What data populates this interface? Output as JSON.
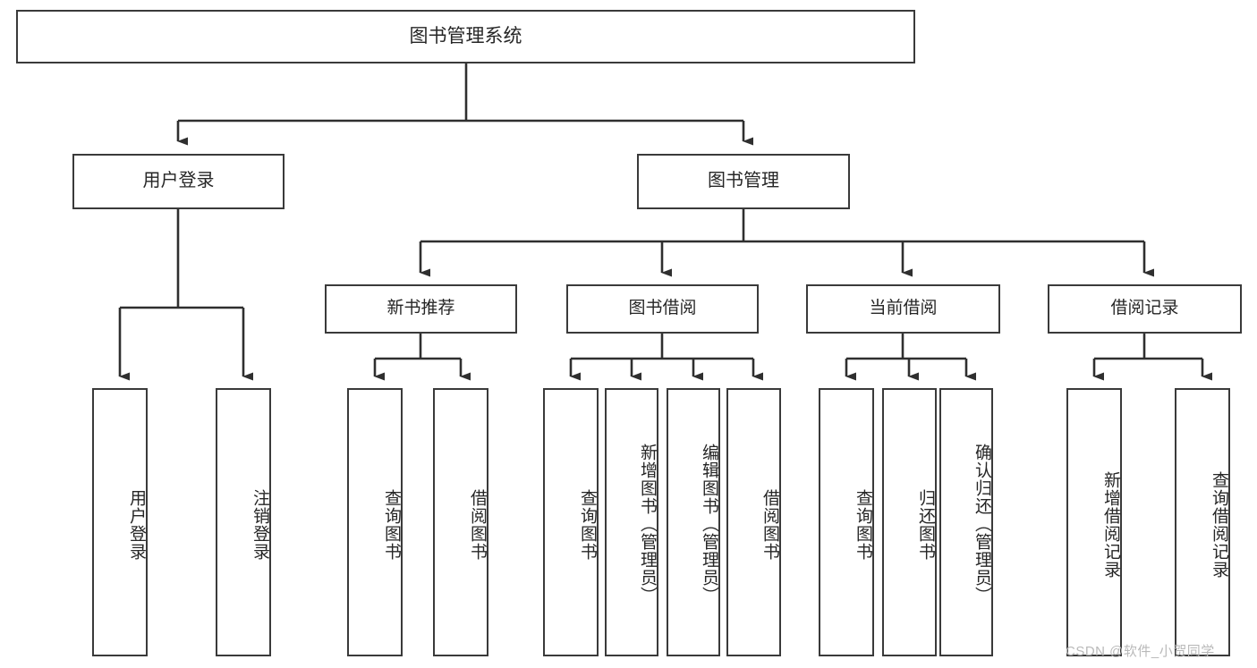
{
  "diagram": {
    "title": "图书管理系统",
    "root": {
      "label": "图书管理系统"
    },
    "level1": [
      {
        "label": "用户登录"
      },
      {
        "label": "图书管理"
      }
    ],
    "level2": [
      {
        "label": "新书推荐"
      },
      {
        "label": "图书借阅"
      },
      {
        "label": "当前借阅"
      },
      {
        "label": "借阅记录"
      }
    ],
    "leaves": [
      {
        "label": "用户登录"
      },
      {
        "label": "注销登录"
      },
      {
        "label": "查询图书"
      },
      {
        "label": "借阅图书"
      },
      {
        "label": "查询图书"
      },
      {
        "label": "新增图书（管理员）"
      },
      {
        "label": "编辑图书（管理员）"
      },
      {
        "label": "借阅图书"
      },
      {
        "label": "查询图书"
      },
      {
        "label": "归还图书"
      },
      {
        "label": "确认归还（管理员）"
      },
      {
        "label": "新增借阅记录"
      },
      {
        "label": "查询借阅记录"
      }
    ]
  },
  "watermark": {
    "text": "CSDN @软件_小贺同学"
  },
  "colors": {
    "border": "#3a3a3a",
    "text": "#262626",
    "background": "#ffffff",
    "watermark": "#b9b9b9"
  }
}
